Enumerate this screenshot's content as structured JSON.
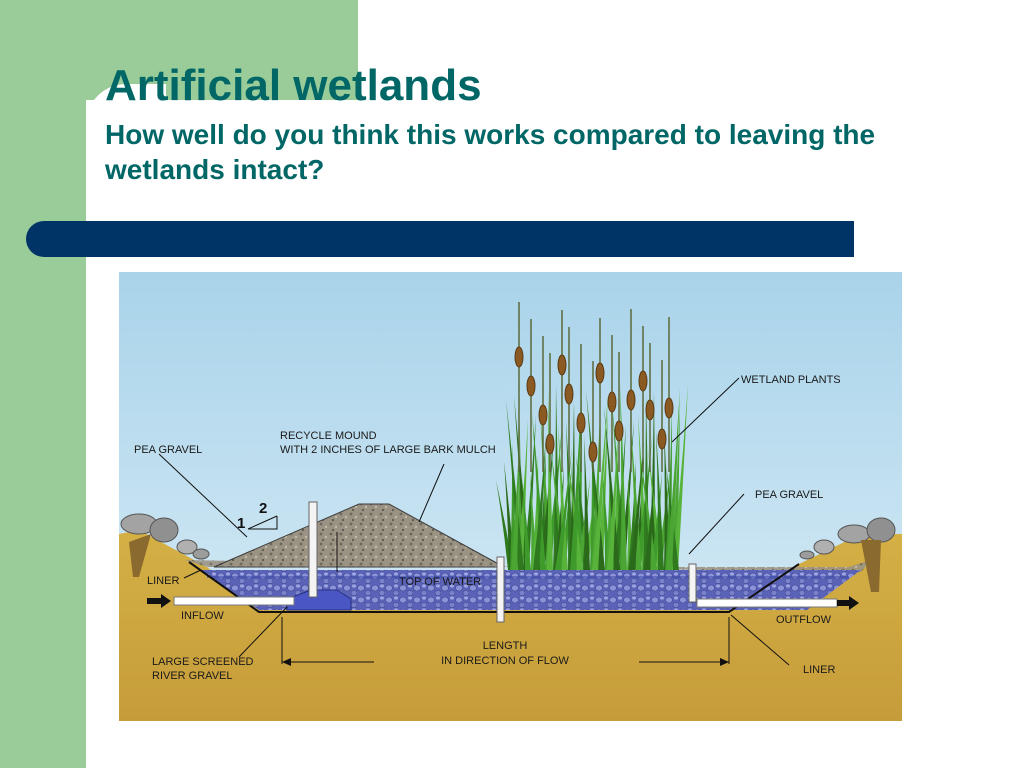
{
  "slide": {
    "title": "Artificial wetlands",
    "subtitle": "How well do you think this works compared to leaving the wetlands intact?",
    "colors": {
      "accent_green": "#99cc99",
      "title_text": "#006666",
      "bar": "#003366"
    }
  },
  "diagram": {
    "labels": {
      "pea_gravel_left": "PEA GRAVEL",
      "recycle_mound_1": "RECYCLE MOUND",
      "recycle_mound_2": "WITH 2 INCHES OF LARGE BARK MULCH",
      "wetland_plants": "WETLAND PLANTS",
      "pea_gravel_right": "PEA GRAVEL",
      "slope_run": "2",
      "slope_rise": "1",
      "liner_left": "LINER",
      "top_of_water": "TOP OF WATER",
      "inflow": "INFLOW",
      "outflow": "OUTFLOW",
      "river_gravel_1": "LARGE SCREENED",
      "river_gravel_2": "RIVER GRAVEL",
      "length_1": "LENGTH",
      "length_2": "IN DIRECTION OF FLOW",
      "liner_right": "LINER"
    }
  }
}
